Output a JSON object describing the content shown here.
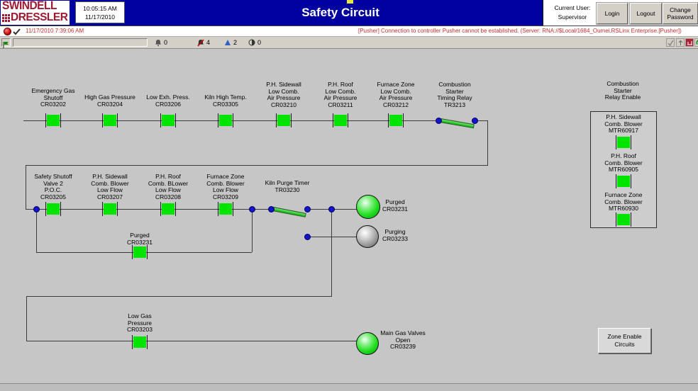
{
  "header": {
    "logo_line1": "SWINDELL",
    "logo_line2": "DRESSLER",
    "clock_time": "10:05:15 AM",
    "clock_date": "11/17/2010",
    "title": "Safety Circuit",
    "current_user": "Current User:\nSupervisor",
    "login_label": "Login",
    "logout_label": "Logout",
    "change_password_label": "Change\nPassword"
  },
  "alarm_banner": {
    "timestamp": "11/17/2010 7:39:06 AM",
    "message": "[Pusher] Connection to controller Pusher cannot be established.  (Server: RNA://$Local/1684_Oumei.RSLinx Enterprise.[Pusher])"
  },
  "status_bar": {
    "alarm_count": "0",
    "error_count": "4",
    "warning_count": "2",
    "suppressed_count": "0"
  },
  "diagram": {
    "labels": [
      "Emergency Gas\nShutoff\nCR03202",
      "High Gas Pressure\nCR03204",
      "Low Exh. Press.\nCR03206",
      "Kiln High Temp.\nCR03305",
      "P.H. Sidewall\nLow Comb.\nAir Pressure\nCR03210",
      "P.H. Roof\nLow Comb.\nAir Pressure\nCR03211",
      "Furnace Zone\nLow Comb.\nAir Pressure\nCR03212",
      "Combustion\nStarter\nTiming Relay\nTR3213",
      "Safety Shutoff\nValve 2\nP.O.C.\nCR03205",
      "P.H. Sidewall\nComb. Blower\nLow Flow\nCR03207",
      "P.H. Roof\nComb. BLower\nLow Flow\nCR03208",
      "Furnace Zone\nComb. Blower\nLow Flow\nCR03209",
      "Kiln Purge Timer\nTR03230",
      "Purged\nCR03231",
      "Purging\nCR03233",
      "Purged\nCR03231",
      "Low Gas\nPressure\nCR03203",
      "Main Gas Valves\nOpen\nCR03239",
      "Combustion\nStarter\nRelay Enable",
      "P.H. Sidewall\nComb. Blower\nMTR60917",
      "P.H. Roof\nComb. Blower\nMTR60905",
      "Furnace Zone\nComb. Blower\nMTR60930"
    ],
    "zone_button_label": "Zone Enable\nCircuits"
  },
  "colors": {
    "title_bg": "#0000A0",
    "logo_red": "#A01830",
    "contact_green": "#00E400",
    "junction_blue": "#1414C8",
    "alarm_text_red": "#C03030",
    "lamp_green": "#22DD22",
    "lamp_gray": "#9A9A9A"
  }
}
